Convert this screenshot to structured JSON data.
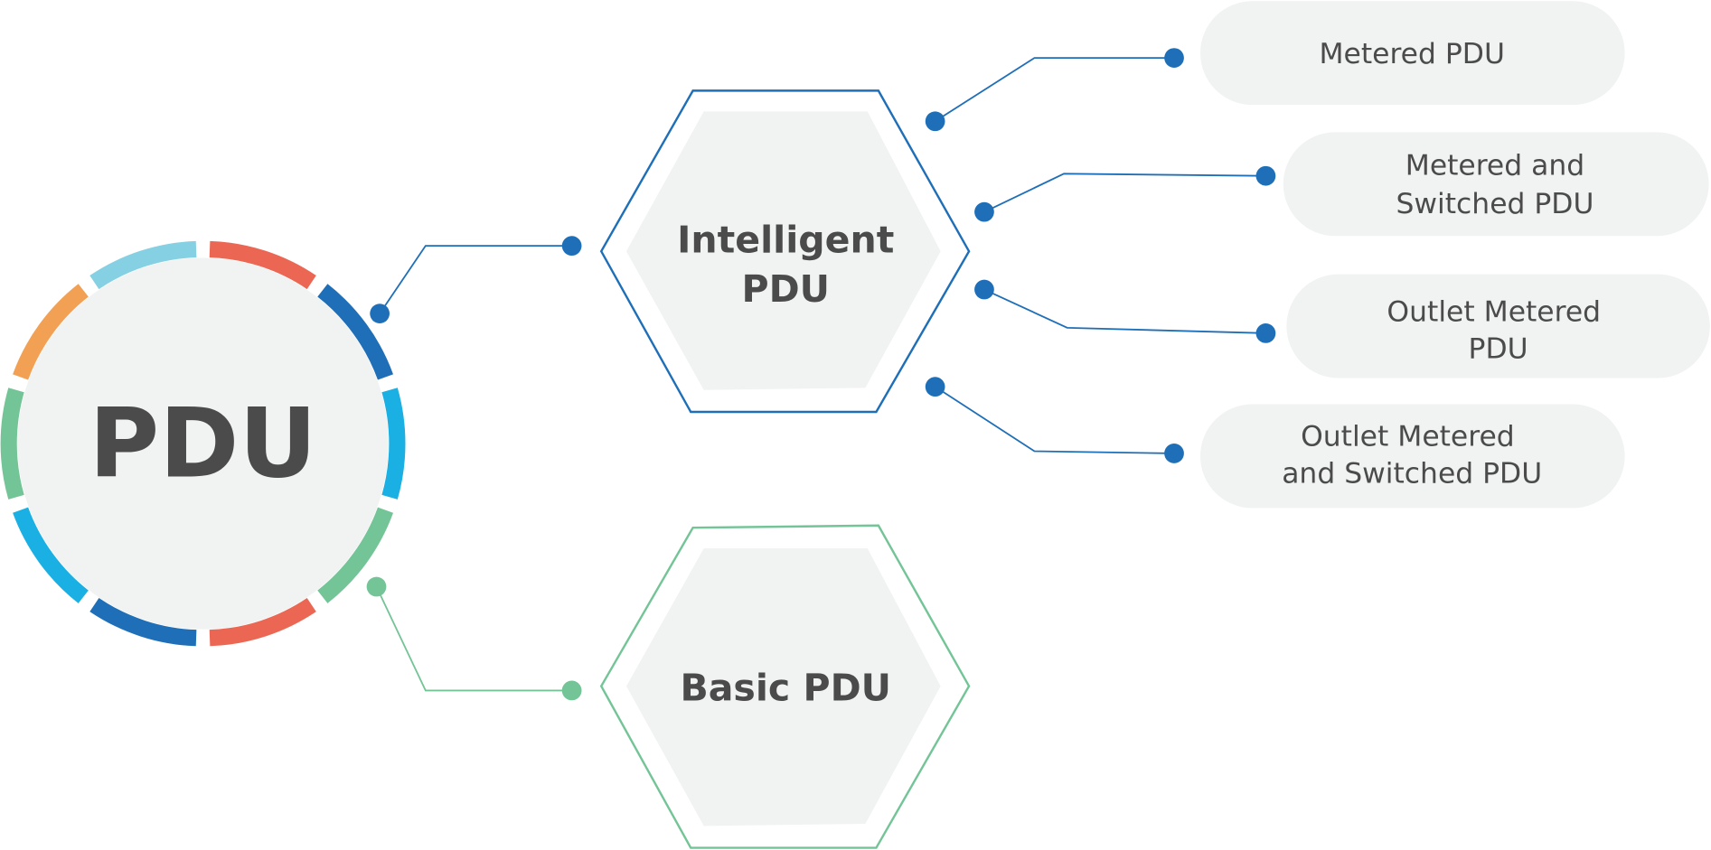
{
  "diagram": {
    "root": {
      "label": "PDU"
    },
    "categories": [
      {
        "id": "intelligent",
        "lines": [
          "Intelligent",
          "PDU"
        ],
        "color": "#1f6fb8"
      },
      {
        "id": "basic",
        "lines": [
          "Basic PDU"
        ],
        "color": "#73c496"
      }
    ],
    "types": [
      {
        "lines": [
          "Metered PDU"
        ]
      },
      {
        "lines": [
          "Metered and",
          "Switched PDU"
        ]
      },
      {
        "lines": [
          "Outlet Metered",
          "PDU"
        ]
      },
      {
        "lines": [
          "Outlet Metered",
          "and Switched PDU"
        ]
      }
    ],
    "colors": {
      "text": "#4b4b4b",
      "fill": "#f1f2f2",
      "ring": [
        "#ec6753",
        "#1f6fb8",
        "#1bb0e3",
        "#73c496",
        "#ec6753",
        "#1f6fb8",
        "#1bb0e3",
        "#73c496",
        "#f2a154",
        "#85d0e3"
      ]
    }
  }
}
